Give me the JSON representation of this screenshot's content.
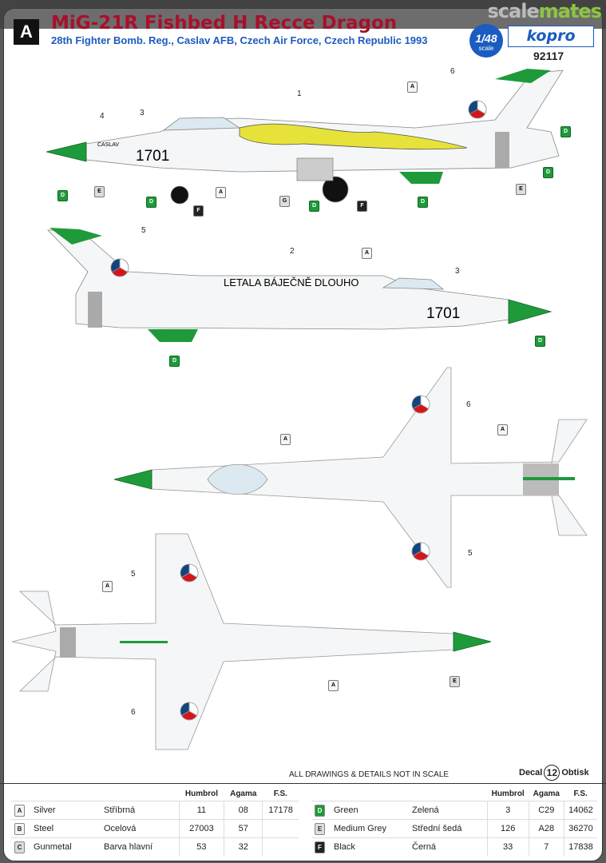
{
  "watermark": {
    "part1": "scale",
    "part2": "mates"
  },
  "header": {
    "badge": "A",
    "title": "MiG-21R Fishbed H Recce Dragon",
    "subtitle": "28th Fighter Bomb. Reg., Caslav AFB, Czech Air Force, Czech Republic 1993",
    "scale": "1/48",
    "scale_word": "scale",
    "logo": "kopro",
    "code": "92117"
  },
  "markings": {
    "serial": "1701",
    "base": "CASLAV",
    "slogan": "LETALA BÁJEČNĚ DLOUHO"
  },
  "callouts": [
    "1",
    "3",
    "4",
    "6",
    "5",
    "2",
    "3",
    "6",
    "5",
    "5",
    "6"
  ],
  "cans": [
    "A",
    "D",
    "D",
    "E",
    "F",
    "A",
    "G",
    "D",
    "F",
    "D",
    "D",
    "E",
    "D",
    "A",
    "D",
    "D",
    "A",
    "A",
    "A",
    "E",
    "A"
  ],
  "note": "ALL DRAWINGS & DETAILS NOT IN SCALE",
  "decal": {
    "left": "Decal",
    "number": "12",
    "right": "Obtisk"
  },
  "paints": {
    "headers": [
      "Humbrol",
      "Agama",
      "F.S."
    ],
    "left": [
      {
        "code": "A",
        "en": "Silver",
        "cz": "Stříbrná",
        "humbrol": "11",
        "agama": "08",
        "fs": "17178"
      },
      {
        "code": "B",
        "en": "Steel",
        "cz": "Ocelová",
        "humbrol": "27003",
        "agama": "57",
        "fs": ""
      },
      {
        "code": "C",
        "en": "Gunmetal",
        "cz": "Barva hlavní",
        "humbrol": "53",
        "agama": "32",
        "fs": ""
      }
    ],
    "right": [
      {
        "code": "D",
        "en": "Green",
        "cz": "Zelená",
        "humbrol": "3",
        "agama": "C29",
        "fs": "14062"
      },
      {
        "code": "E",
        "en": "Medium Grey",
        "cz": "Střední šedá",
        "humbrol": "126",
        "agama": "A28",
        "fs": "36270"
      },
      {
        "code": "F",
        "en": "Black",
        "cz": "Černá",
        "humbrol": "33",
        "agama": "7",
        "fs": "17838"
      }
    ]
  }
}
